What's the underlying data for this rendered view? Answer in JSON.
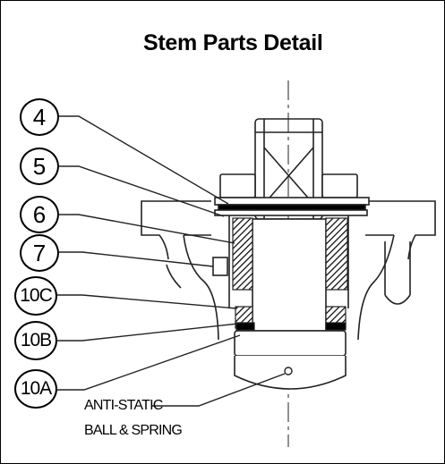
{
  "title": "Stem Parts Detail",
  "callouts": [
    "4",
    "5",
    "6",
    "7",
    "10C",
    "10B",
    "10A"
  ],
  "note": {
    "line1": "ANTI-STATIC",
    "line2": "BALL & SPRING"
  }
}
